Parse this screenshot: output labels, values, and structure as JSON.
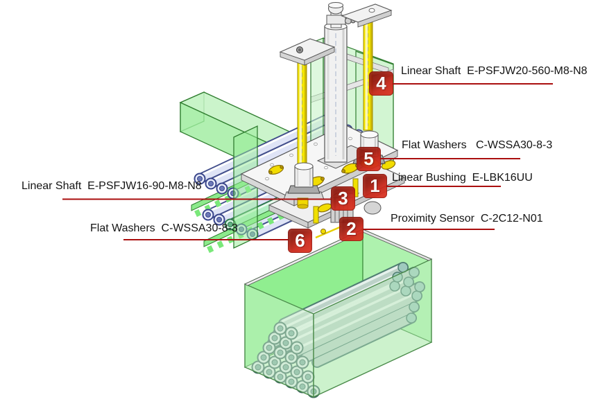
{
  "diagram": {
    "background": "#ffffff",
    "callouts": [
      {
        "number": "1",
        "label": "Linear Bushing  E-LBK16UU"
      },
      {
        "number": "2",
        "label": "Proximity Sensor  C-2C12-N01"
      },
      {
        "number": "3",
        "label": "Linear Shaft  E-PSFJW16-90-M8-N8"
      },
      {
        "number": "4",
        "label": "Linear Shaft  E-PSFJW20-560-M8-N8"
      },
      {
        "number": "5",
        "label": "Flat Washers   C-WSSA30-8-3"
      },
      {
        "number": "6",
        "label": "Flat Washers  C-WSSA30-8-3"
      }
    ],
    "colors": {
      "callout_badge_red": "#c9271a",
      "callout_badge_dark": "#7d130a",
      "leader_line_red": "#aa0e0e",
      "label_text": "#141414",
      "shaft_yellow": "#f4e600",
      "machine_green": "#a9eda9",
      "tube_blue": "#dfe6f8",
      "tube_teal": "#bcd2c8"
    }
  }
}
